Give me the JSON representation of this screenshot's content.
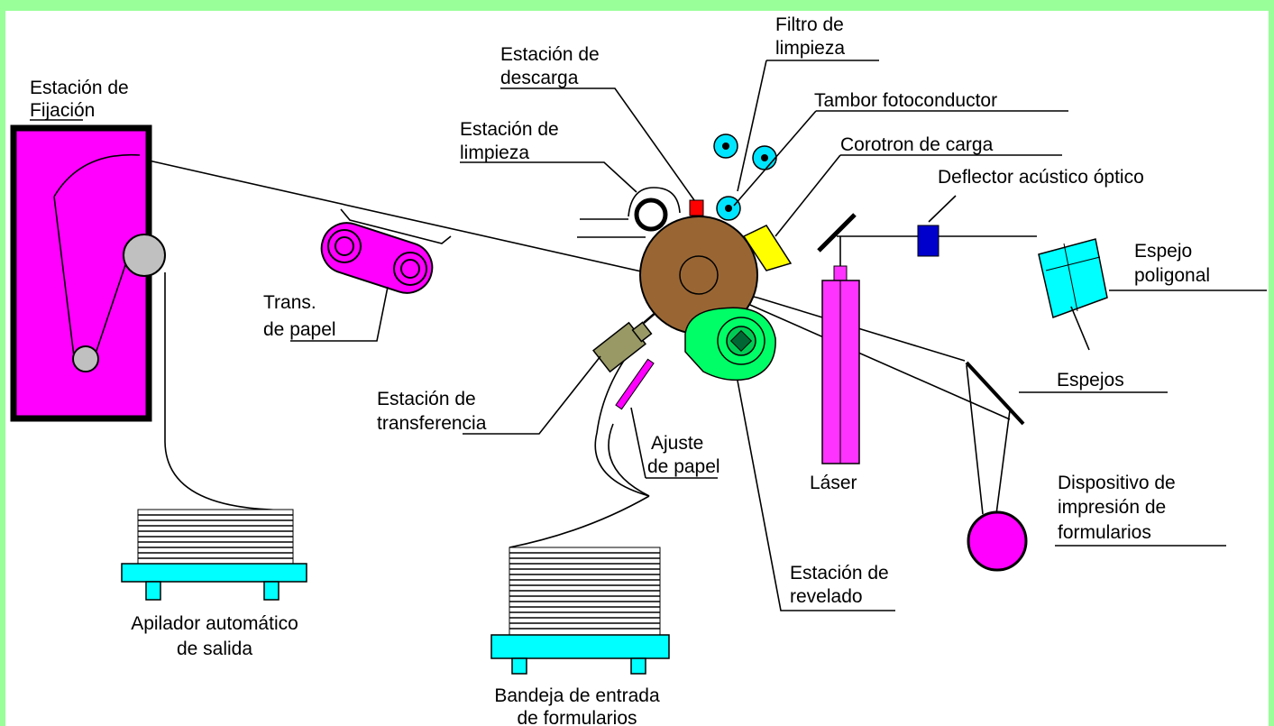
{
  "diagram": {
    "labels": {
      "fixing_station": [
        "Estación de",
        "Fijación"
      ],
      "discharge_station": [
        "Estación de",
        "descarga"
      ],
      "cleaning_filter": [
        "Filtro de",
        "limpieza"
      ],
      "photoconductor_drum": "Tambor fotoconductor",
      "charge_corotron": "Corotron de carga",
      "cleaning_station": [
        "Estación de",
        "limpieza"
      ],
      "acoustic_optic_deflector": "Deflector acústico óptico",
      "polygonal_mirror": [
        "Espejo",
        "poligonal"
      ],
      "paper_transport": [
        "Trans.",
        "de papel"
      ],
      "mirrors": "Espejos",
      "transfer_station": [
        "Estación de",
        "transferencia"
      ],
      "paper_adjust": [
        "Ajuste",
        "de papel"
      ],
      "laser": "Láser",
      "form_printing_device": [
        "Dispositivo de",
        "impresión de",
        "formularios"
      ],
      "development_station": [
        "Estación de",
        "revelado"
      ],
      "output_stacker": [
        "Apilador automático",
        "de salida"
      ],
      "input_tray": [
        "Bandeja de entrada",
        "de formularios"
      ]
    },
    "colors": {
      "background_border": "#99ff99",
      "fixing_unit": "#ff00ff",
      "drum": "#996633",
      "developer": "#00ff66",
      "filter_rollers": "#00e5ff",
      "red_block": "#ff0000",
      "corotron": "#ffff00",
      "deflector": "#0000cc",
      "polygon_mirror": "#00ffff",
      "laser": "#ff33ff",
      "transfer_unit": "#999966",
      "tray_base": "#00ffff",
      "roller_gray": "#c0c0c0"
    }
  }
}
